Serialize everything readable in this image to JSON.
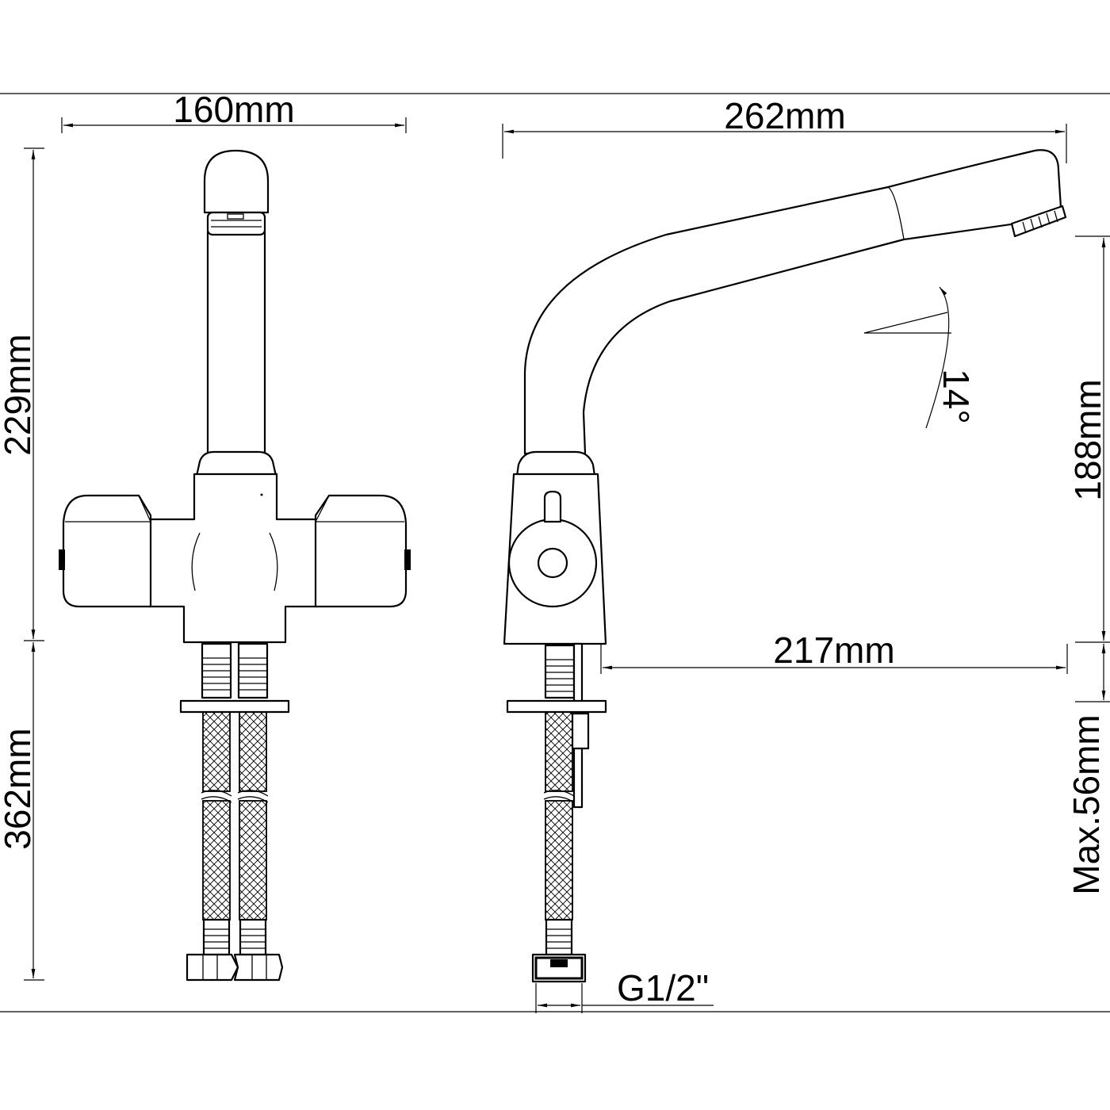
{
  "dimensions": {
    "front_width": "160mm",
    "side_width": "262mm",
    "front_height": "229mm",
    "hose_length": "362mm",
    "spout_height": "188mm",
    "reach": "217mm",
    "deck_thickness": "Max.56mm",
    "thread": "G1/2\"",
    "spout_angle": "14°"
  }
}
